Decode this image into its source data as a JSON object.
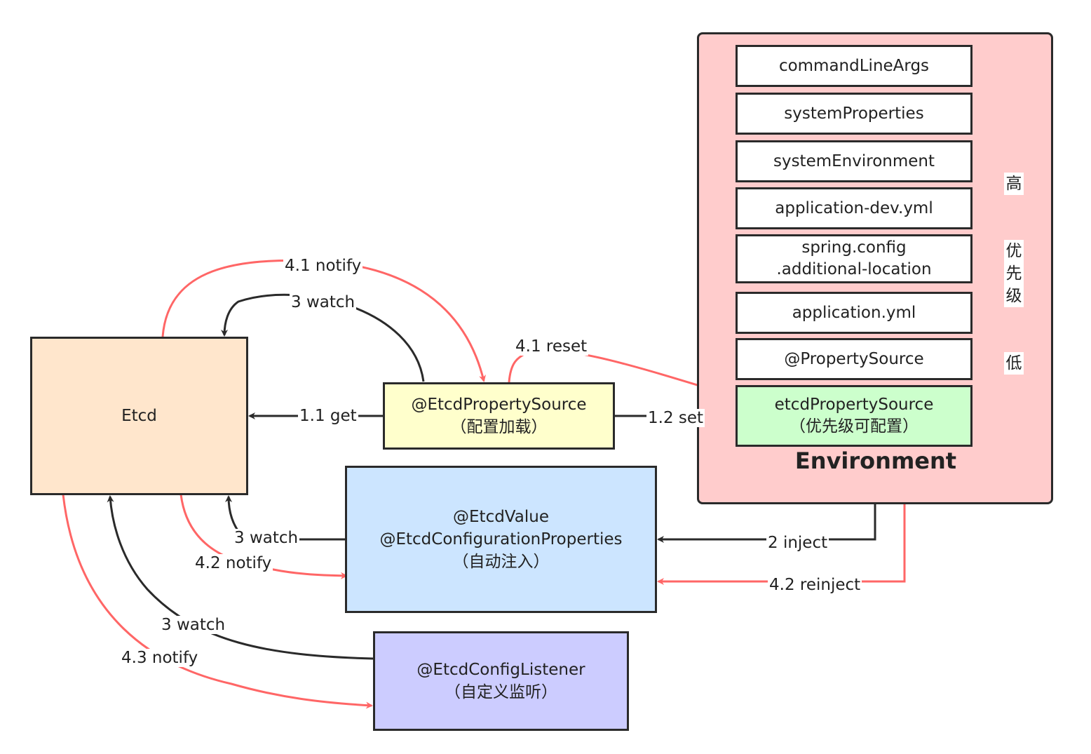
{
  "nodes": {
    "etcd": "Etcd",
    "property_source": {
      "line1": "@EtcdPropertySource",
      "line2": "（配置加载）"
    },
    "value": {
      "line1": "@EtcdValue",
      "line2": "@EtcdConfigurationProperties",
      "line3": "（自动注入）"
    },
    "listener": {
      "line1": "@EtcdConfigListener",
      "line2": "（自定义监听）"
    }
  },
  "environment": {
    "title": "Environment",
    "sources": [
      {
        "line1": "commandLineArgs",
        "line2": ""
      },
      {
        "line1": "systemProperties",
        "line2": ""
      },
      {
        "line1": "systemEnvironment",
        "line2": ""
      },
      {
        "line1": "application-dev.yml",
        "line2": ""
      },
      {
        "line1": "spring.config",
        "line2": ".additional-location"
      },
      {
        "line1": "application.yml",
        "line2": ""
      },
      {
        "line1": "@PropertySource",
        "line2": ""
      },
      {
        "line1": "etcdPropertySource",
        "line2": "（优先级可配置）"
      }
    ],
    "priority": {
      "high": "高",
      "label": [
        "优",
        "先",
        "级"
      ],
      "low": "低"
    }
  },
  "edges": {
    "get": "1.1 get",
    "set": "1.2 set",
    "inject": "2 inject",
    "watch_ps": "3 watch",
    "watch_value": "3 watch",
    "watch_listener": "3 watch",
    "notify_ps": "4.1 notify",
    "reset": "4.1 reset",
    "notify_value": "4.2 notify",
    "reinject": "4.2 reinject",
    "notify_listener": "4.3 notify"
  },
  "colors": {
    "etcd": "#ffe6cc",
    "property_source": "#ffffcc",
    "value": "#cce5ff",
    "listener": "#ccccff",
    "environment": "#ffcccc",
    "etcd_source": "#ccffcc",
    "black_edge": "#2a2a2a",
    "red_edge": "#ff6666"
  }
}
